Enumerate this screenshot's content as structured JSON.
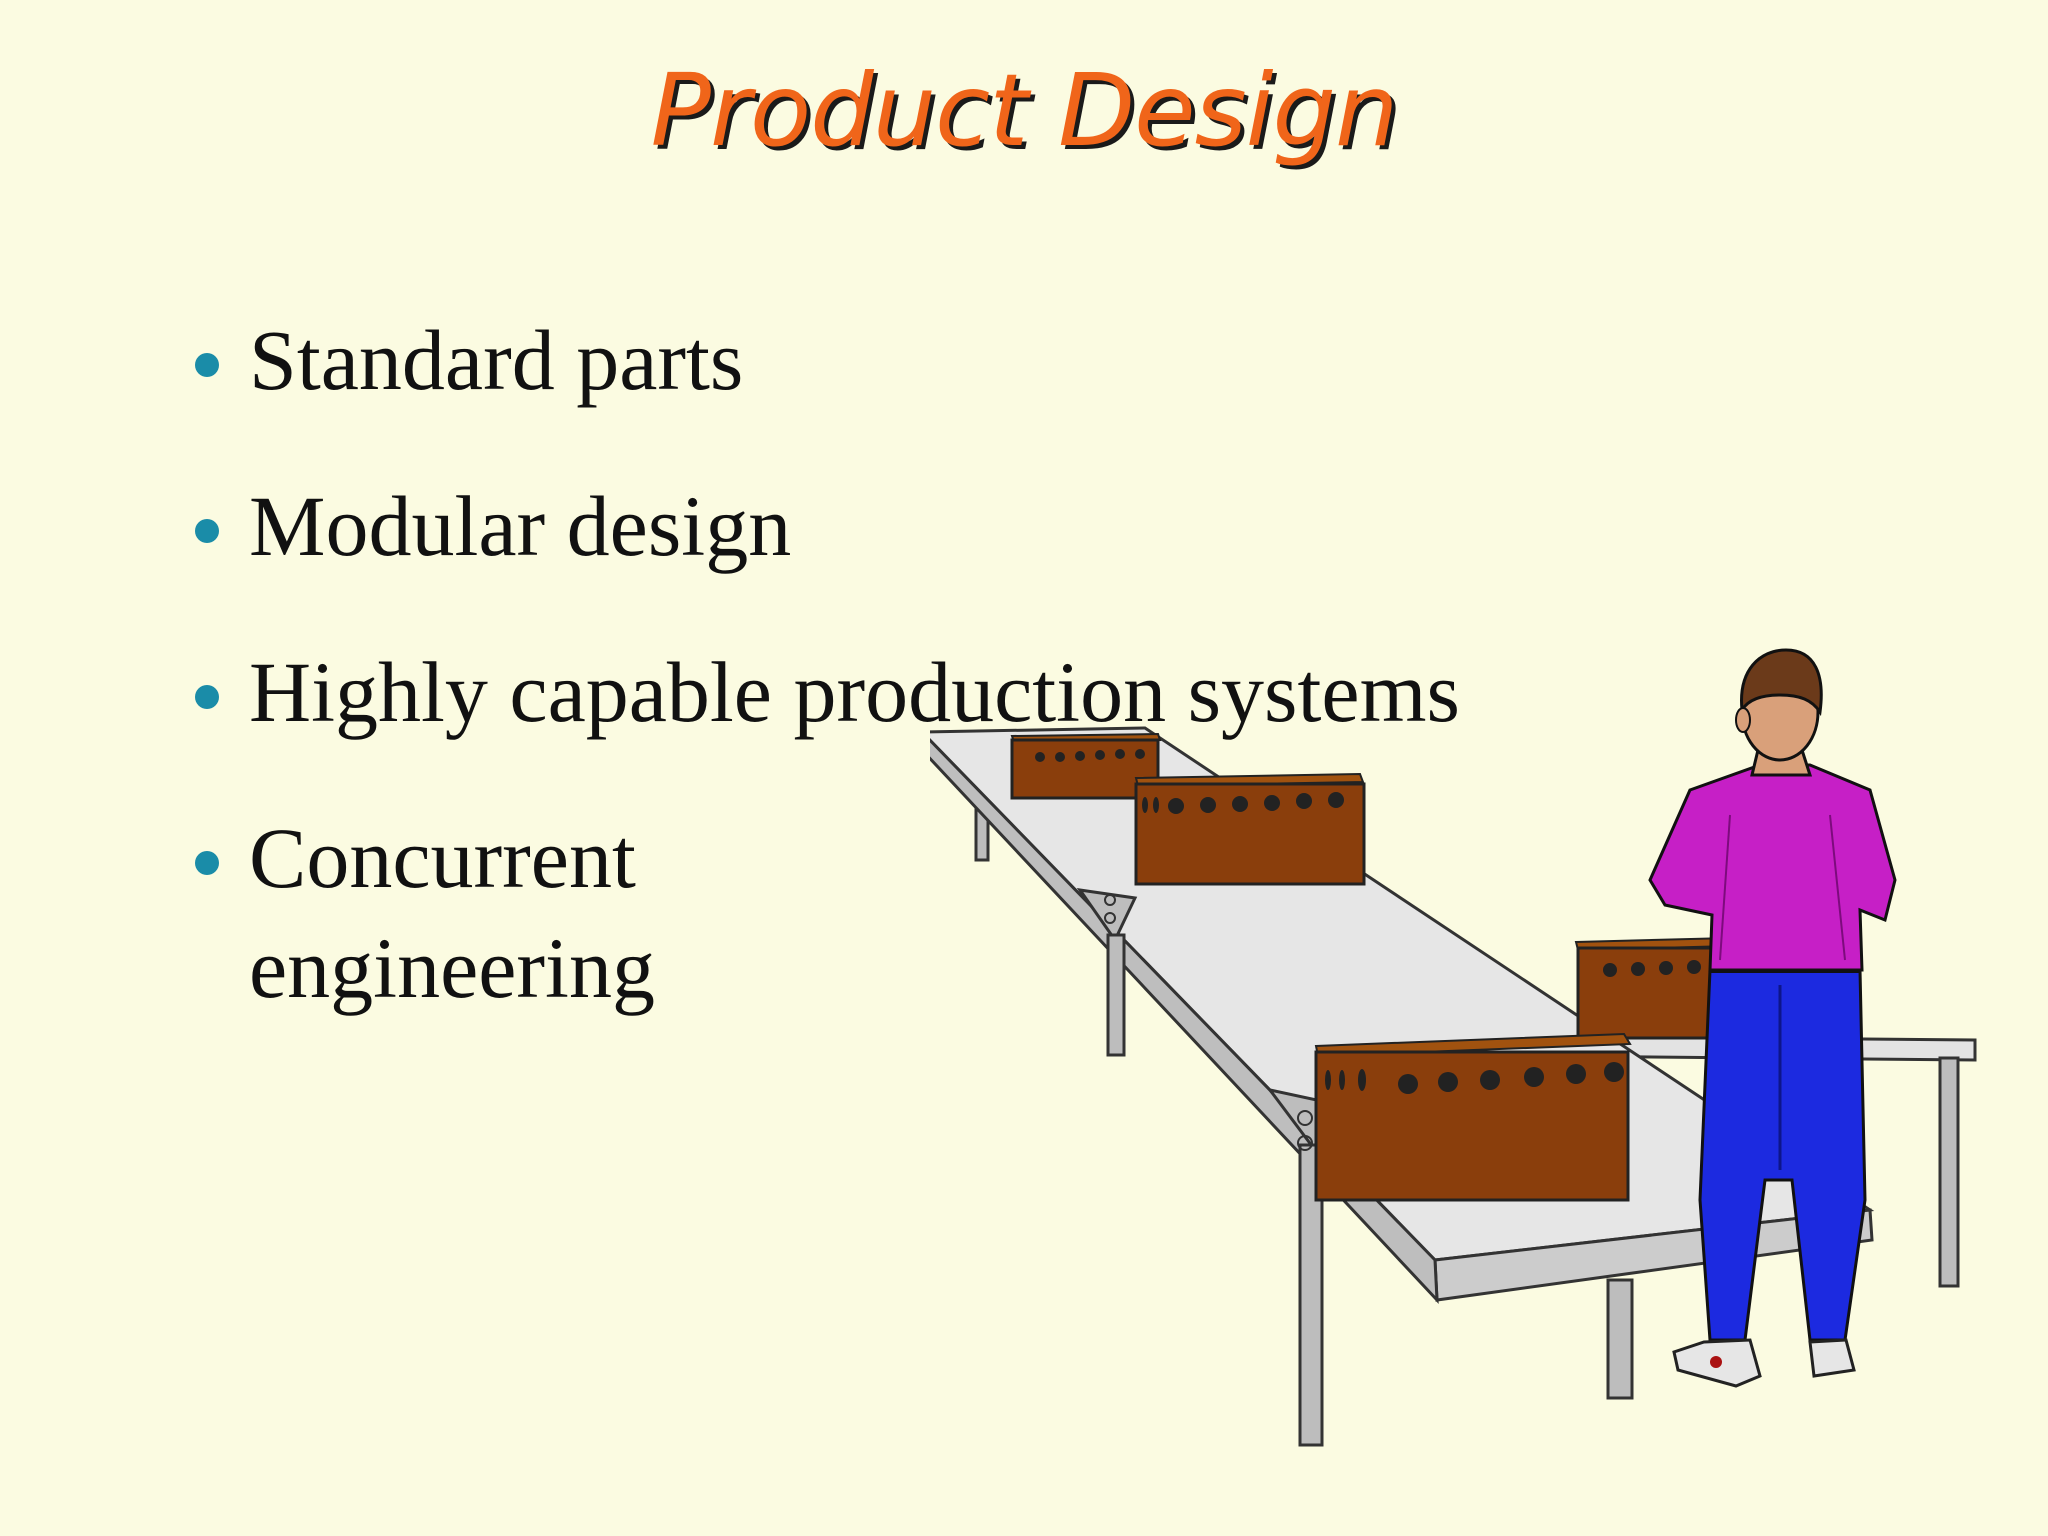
{
  "slide": {
    "title": "Product Design",
    "bullets": [
      "Standard parts",
      "Modular design",
      "Highly capable production systems",
      "Concurrent engineering"
    ]
  },
  "illustration": {
    "description_icon": "worker-at-conveyor-icon",
    "colors": {
      "background": "#fbfbe1",
      "title": "#f0651a",
      "bullet": "#1a8ca8",
      "shirt": "#c61fc6",
      "pants": "#1c2ae0",
      "box": "#8a3e0c",
      "table": "#dcdcdc"
    }
  }
}
